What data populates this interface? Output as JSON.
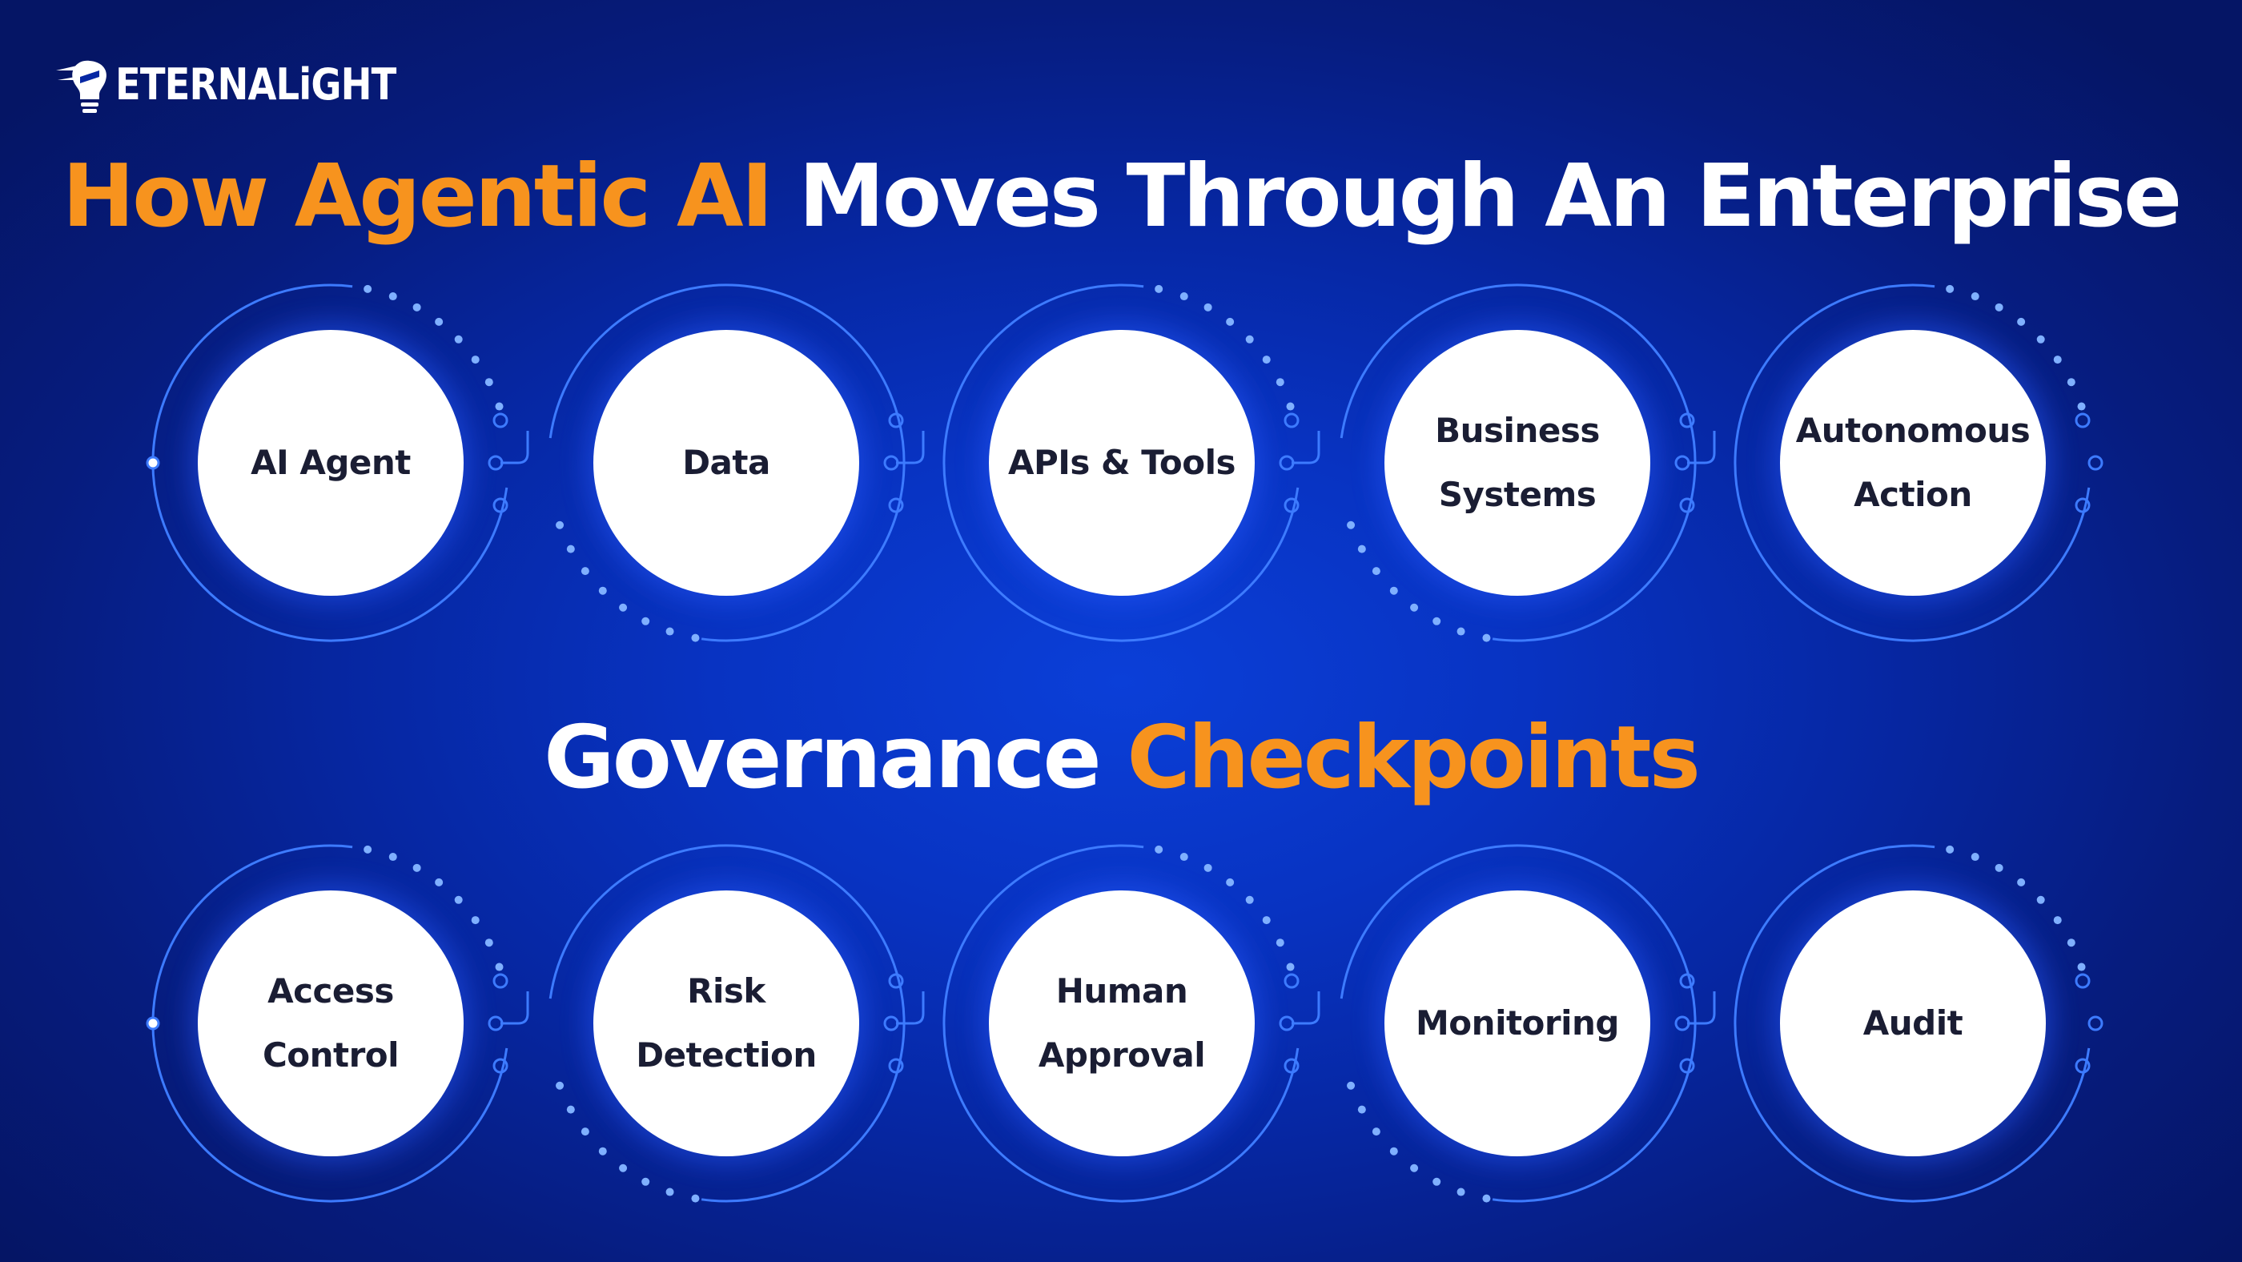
{
  "brand": {
    "name": "ETERNALiGHT",
    "logo_icon": "lightbulb-mark-icon"
  },
  "headline": {
    "highlight": "How Agentic AI",
    "rest": "Moves Through An Enterprise"
  },
  "subheadline": {
    "lead": "Governance",
    "highlight": "Checkpoints"
  },
  "colors": {
    "accent": "#f7931e",
    "background": "#0627a3",
    "ring": "#3d7bff",
    "node_fill": "#ffffff",
    "node_text": "#1a1d33"
  },
  "flow": {
    "steps": [
      {
        "lines": [
          "AI Agent"
        ]
      },
      {
        "lines": [
          "Data"
        ]
      },
      {
        "lines": [
          "APIs & Tools"
        ]
      },
      {
        "lines": [
          "Business",
          "Systems"
        ]
      },
      {
        "lines": [
          "Autonomous",
          "Action"
        ]
      }
    ]
  },
  "governance": {
    "steps": [
      {
        "lines": [
          "Access",
          "Control"
        ]
      },
      {
        "lines": [
          "Risk",
          "Detection"
        ]
      },
      {
        "lines": [
          "Human",
          "Approval"
        ]
      },
      {
        "lines": [
          "Monitoring"
        ]
      },
      {
        "lines": [
          "Audit"
        ]
      }
    ]
  }
}
